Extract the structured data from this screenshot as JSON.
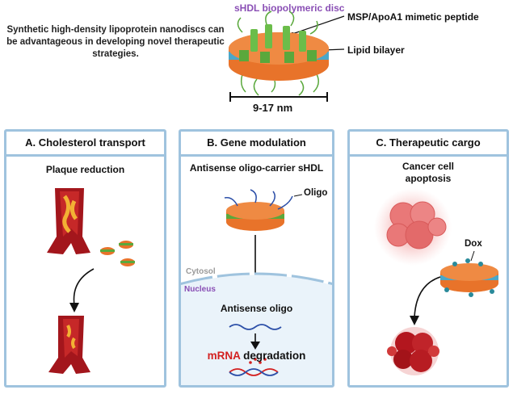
{
  "header": {
    "intro_text": "Synthetic high-density lipoprotein nanodiscs can be advantageous in developing novel therapeutic strategies.",
    "disc_title": "sHDL biopolymeric disc",
    "callout_peptide": "MSP/ApoA1 mimetic peptide",
    "callout_lipid": "Lipid bilayer",
    "scale_label": "9-17 nm"
  },
  "panels": [
    {
      "title": "A. Cholesterol transport",
      "subtitle": "Plaque reduction"
    },
    {
      "title": "B. Gene modulation",
      "subtitle": "Antisense oligo-carrier sHDL",
      "oligo_label": "Oligo",
      "cytosol_label": "Cytosol",
      "nucleus_label": "Nucleus",
      "antisense_label": "Antisense oligo",
      "mrna_word": "mRNA",
      "degradation_word": " degradation"
    },
    {
      "title": "C. Therapeutic cargo",
      "subtitle_line1": "Cancer cell",
      "subtitle_line2": "apoptosis",
      "dox_label": "Dox"
    }
  ],
  "colors": {
    "panel_border": "#9fc3de",
    "lipid_orange": "#e8732a",
    "peptide_green": "#5aa83c",
    "bilayer_blue": "#4aa7c9",
    "artery_red": "#a3161c",
    "plaque_yellow": "#f2b134",
    "mrna_red": "#d32020",
    "nucleus_purple": "#8a4fb5",
    "cancer_pink": "#e86a6a"
  }
}
